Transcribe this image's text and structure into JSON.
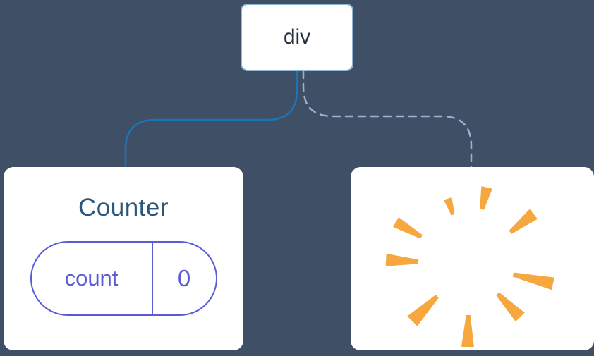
{
  "diagram": {
    "root_node": {
      "label": "div"
    },
    "counter_card": {
      "title": "Counter",
      "state_pill": {
        "key": "count",
        "value": "0"
      }
    },
    "poof_card": {
      "icon": "poof-starburst-icon"
    },
    "colors": {
      "background": "#3E4F66",
      "card_bg": "#FFFFFF",
      "root_border": "#8FB5D4",
      "root_text": "#26313E",
      "solid_connector": "#1D74B4",
      "dashed_connector": "#9AB2CC",
      "counter_title": "#2B557A",
      "pill_accent": "#5A5CD6",
      "poof": "#F6A83F"
    }
  }
}
